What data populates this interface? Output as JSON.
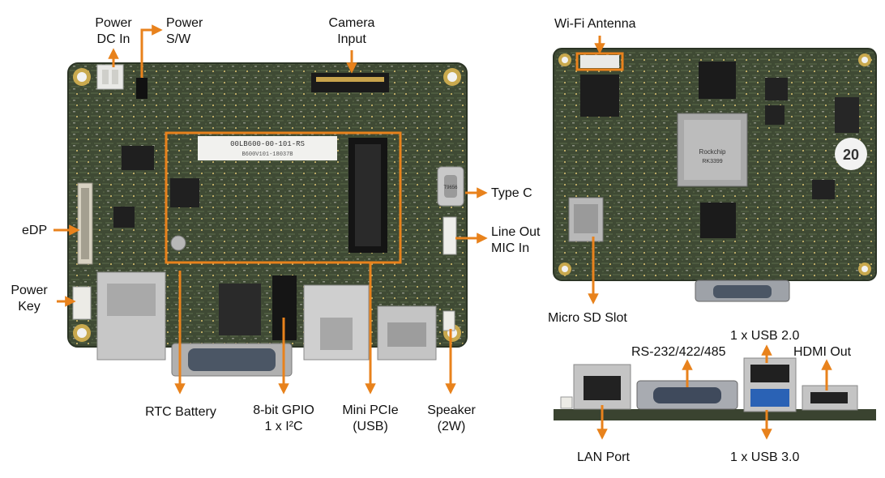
{
  "colors": {
    "arrow": "#e8821c",
    "pcb": "#3f4a34",
    "pcb_dark": "#2b3425",
    "chip": "#1b1b1b",
    "metal": "#b9b9b9",
    "label_text": "#111111"
  },
  "labels": {
    "power_dc_in": [
      "Power",
      "DC In"
    ],
    "power_sw": [
      "Power",
      "S/W"
    ],
    "camera_input": [
      "Camera",
      "Input"
    ],
    "edp": "eDP",
    "power_key": [
      "Power",
      "Key"
    ],
    "type_c": "Type C",
    "line_out_mic_in": [
      "Line Out",
      "MIC In"
    ],
    "rtc_battery": "RTC Battery",
    "gpio_i2c": [
      "8-bit GPIO",
      "1 x I²C"
    ],
    "mini_pcie": [
      "Mini PCIe",
      "(USB)"
    ],
    "speaker": [
      "Speaker",
      "(2W)"
    ],
    "wifi_antenna": "Wi-Fi Antenna",
    "micro_sd_slot": "Micro SD Slot",
    "rs232": "RS-232/422/485",
    "usb20": "1 x USB 2.0",
    "hdmi_out": "HDMI Out",
    "lan_port": "LAN Port",
    "usb30": "1 x USB 3.0"
  },
  "board_text": {
    "sticker": "00LB600-00-101-RS",
    "sticker_sub": "B600V101-18037B",
    "soc_brand": "Rockchip",
    "soc_model": "RK3399",
    "badge": "20",
    "typec_mark": "T9656"
  }
}
